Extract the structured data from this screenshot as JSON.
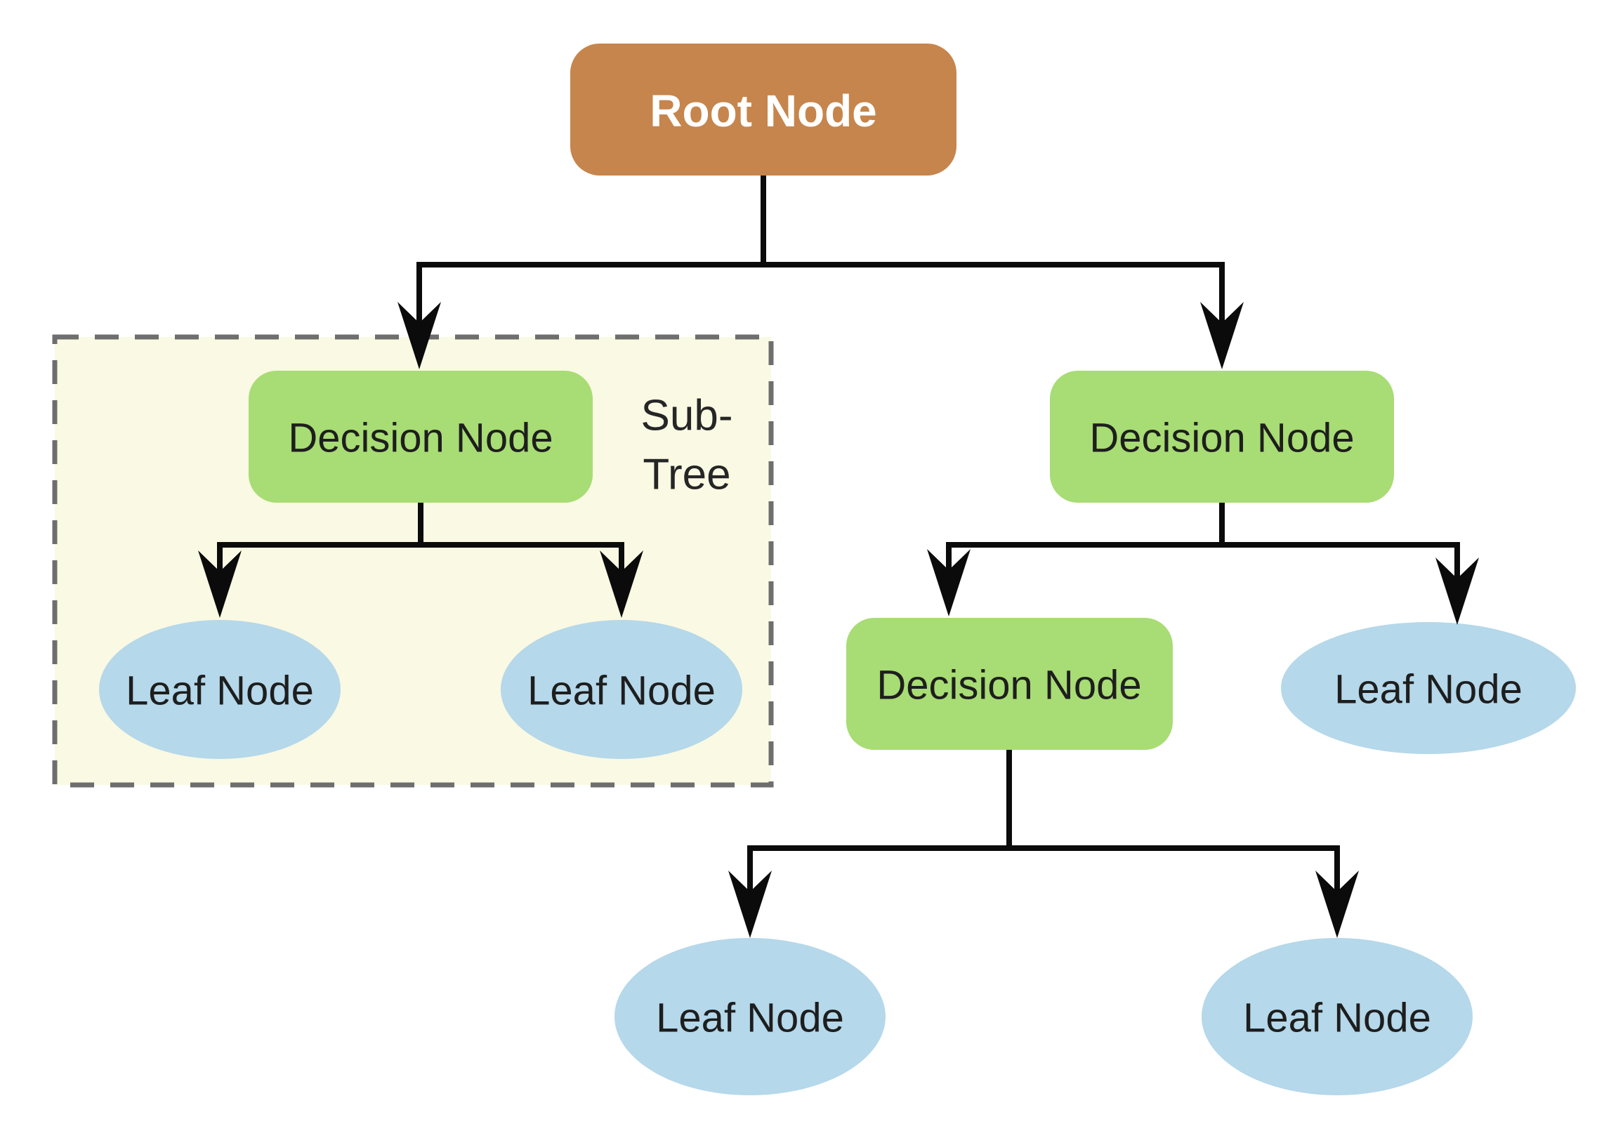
{
  "diagram": {
    "type": "decision-tree",
    "colors": {
      "root_fill": "#C6854C",
      "decision_fill": "#A8DC74",
      "leaf_fill": "#B5D8EA",
      "subtree_bg": "#FAF9E3",
      "subtree_border": "#6E6E6E",
      "connector": "#0B0B0B",
      "root_text_color": "#FFFFFF"
    },
    "nodes": {
      "root": "Root Node",
      "subtree_decision": "Decision Node",
      "subtree_leaf_left": "Leaf Node",
      "subtree_leaf_right": "Leaf Node",
      "right_decision": "Decision Node",
      "mid_decision": "Decision Node",
      "right_leaf": "Leaf Node",
      "bottom_leaf_left": "Leaf Node",
      "bottom_leaf_right": "Leaf Node"
    },
    "subtree_label": {
      "line1": "Sub-",
      "line2": "Tree"
    }
  }
}
